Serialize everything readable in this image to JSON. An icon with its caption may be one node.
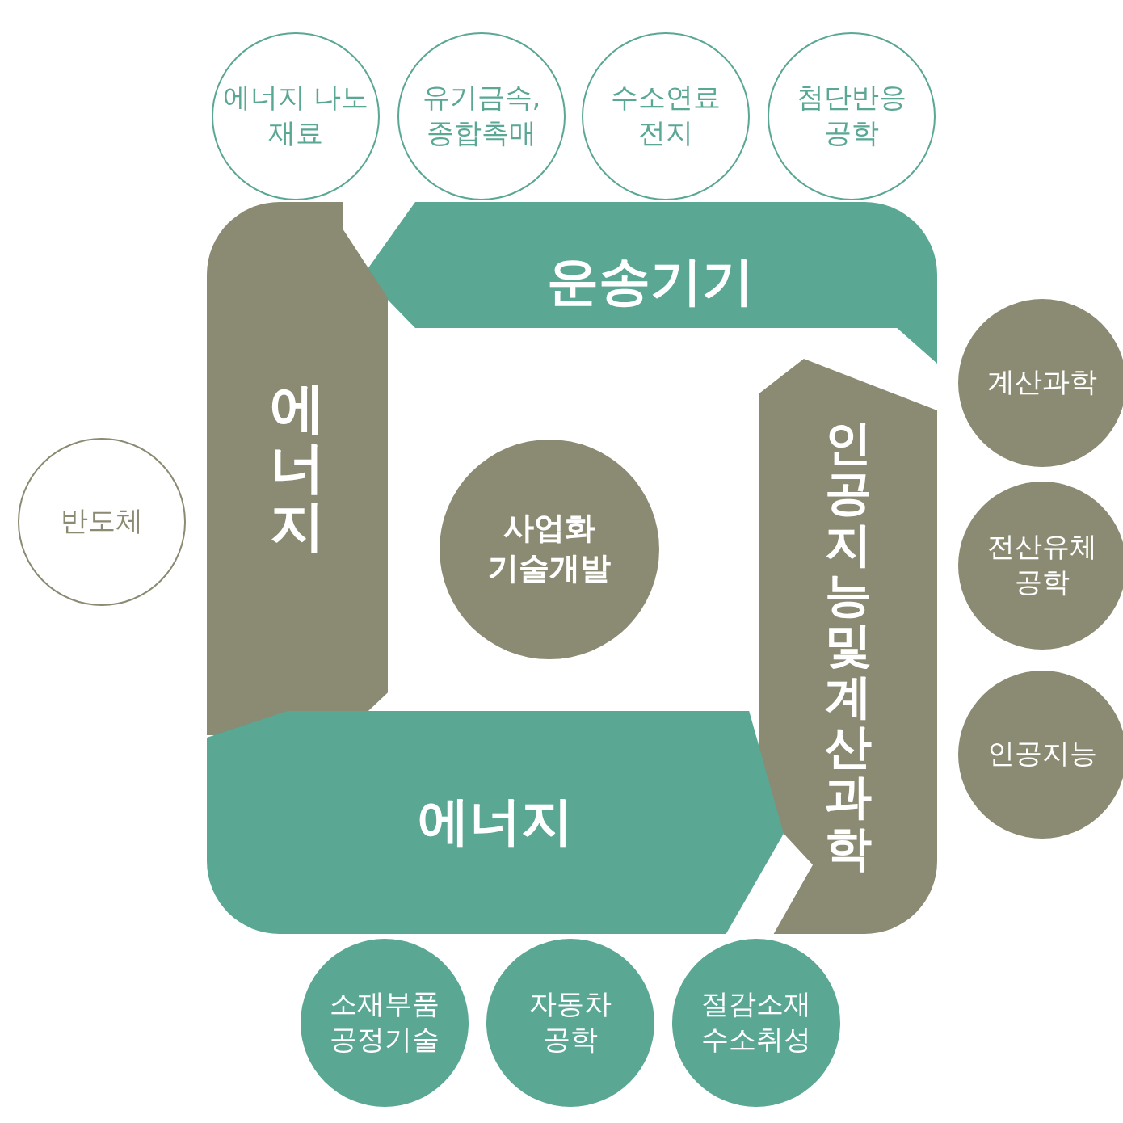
{
  "diagram": {
    "nodes": [
      {
        "text": [
          "에너지 나노 재료"
        ]
      },
      {
        "text": [
          "유기금속, 종합촉매"
        ]
      },
      {
        "text": [
          "수소연료 전지"
        ]
      },
      {
        "text": [
          "첨단반응 공학"
        ]
      },
      {
        "text": [
          "운송기기"
        ]
      },
      {
        "text": [
          "계산과학"
        ]
      },
      {
        "text": [
          "반도체"
        ]
      },
      {
        "text": [
          "에너지"
        ]
      },
      {
        "text": [
          "사업화 기술개발"
        ]
      },
      {
        "text": [
          "인공지능 및 계산과학"
        ]
      },
      {
        "text": [
          "전산유체 공학"
        ]
      },
      {
        "text": [
          "인공지능"
        ]
      },
      {
        "text": [
          "에너지"
        ]
      },
      {
        "text": [
          "소재부품 공정기술"
        ]
      },
      {
        "text": [
          "자동차 공학"
        ]
      },
      {
        "text": [
          "절감소재 수소취성"
        ]
      }
    ],
    "edges": []
  }
}
